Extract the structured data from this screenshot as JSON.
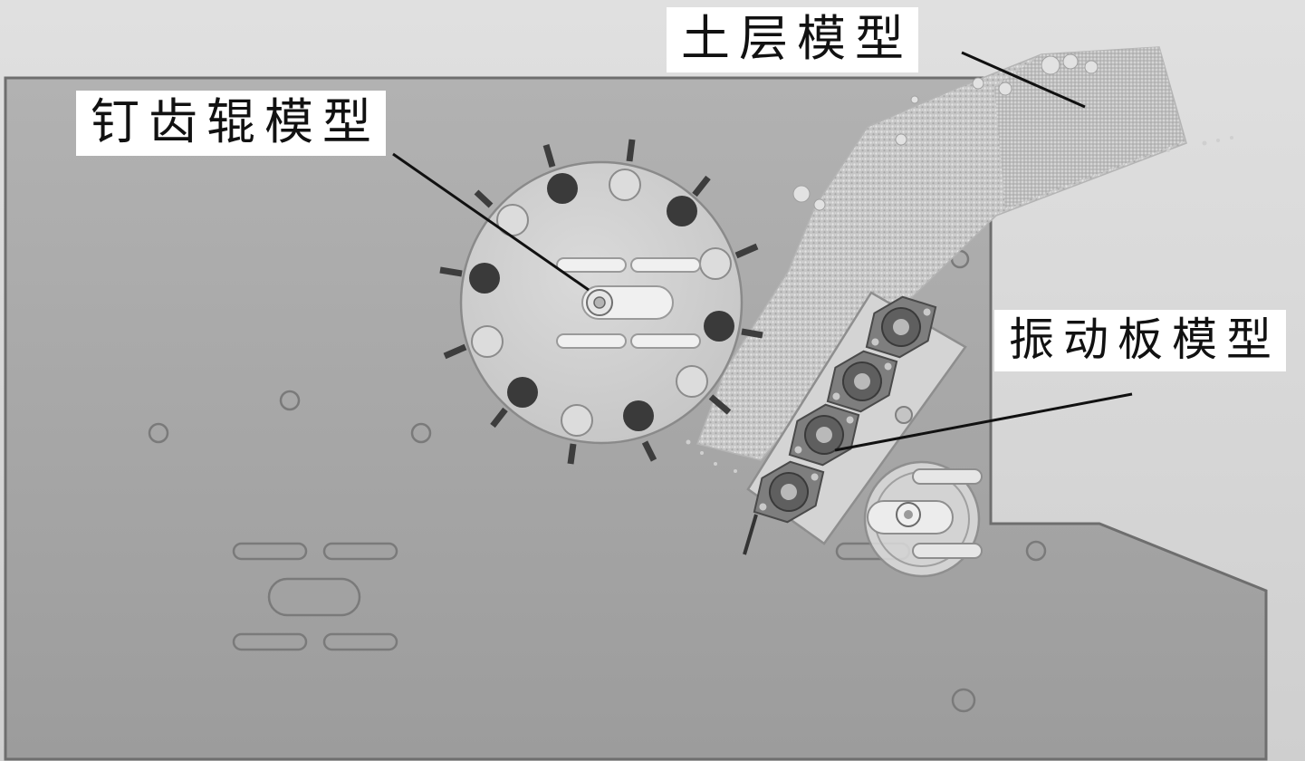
{
  "labels": {
    "soil_layer": "土层模型",
    "spike_roller": "钉齿辊模型",
    "vibrating_plate": "振动板模型"
  },
  "colors": {
    "background": "#d9d9d9",
    "frame_plate": "#a9a9a9",
    "frame_outline": "#6e6e6e",
    "roller_disc": "#d0d0d0",
    "dark_hole": "#3a3a3a",
    "soil": "#c7c7c7",
    "leader_line": "#111111",
    "label_bg": "#ffffff"
  }
}
